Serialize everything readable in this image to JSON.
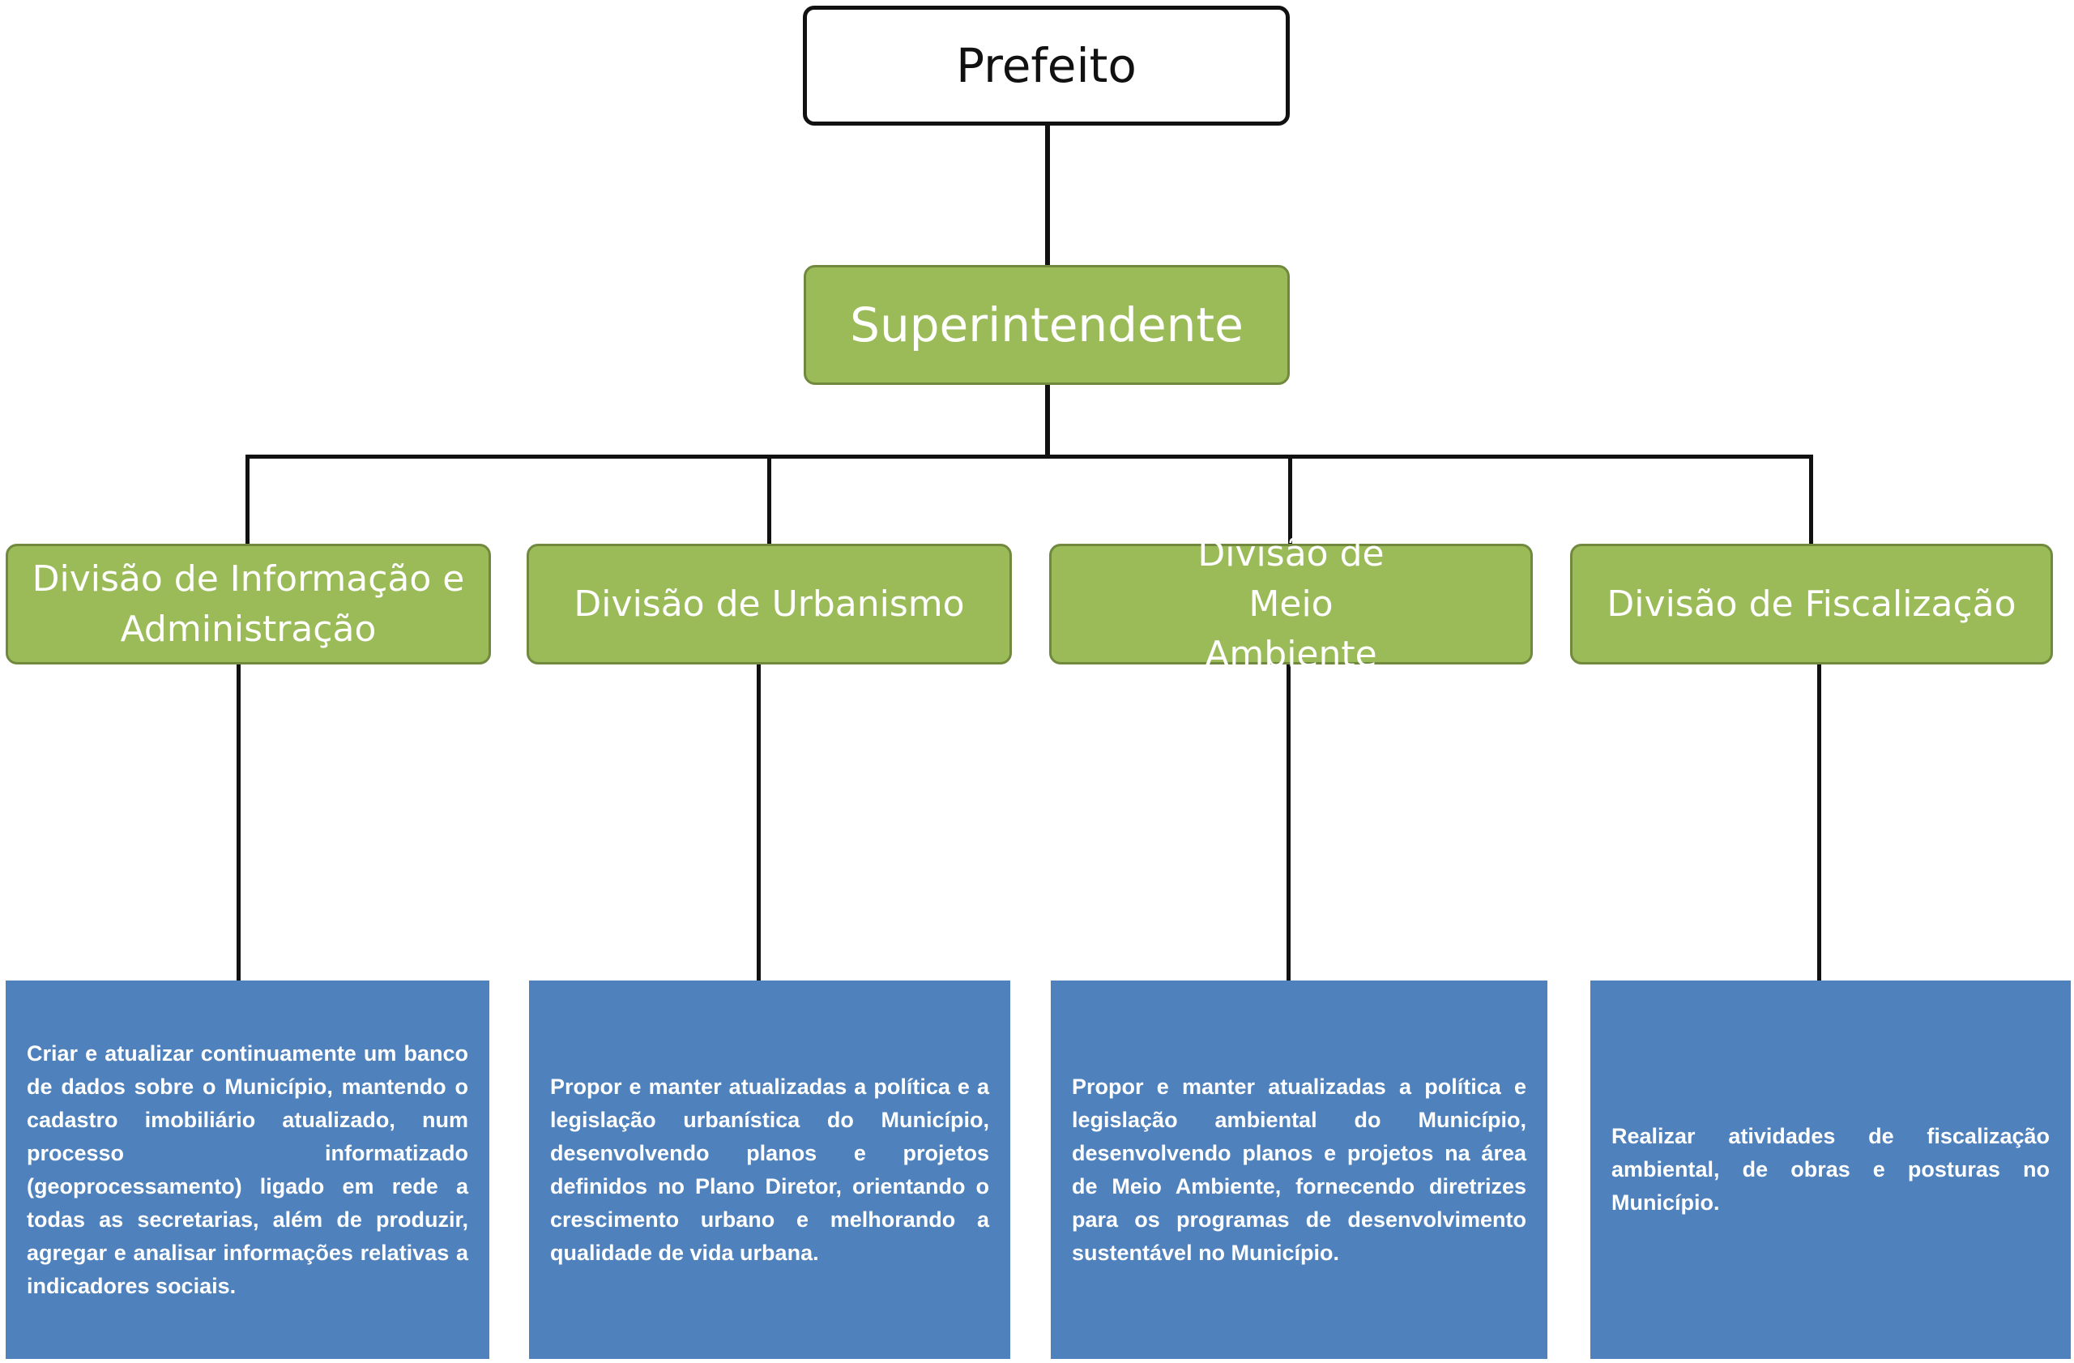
{
  "chart": {
    "root": "Prefeito",
    "superintendent": "Superintendente",
    "divisions": [
      {
        "name": "Divisão de Informação e Administração",
        "description": "Criar e atualizar continuamente um banco de dados sobre o Município, mantendo o cadastro imobiliário atualizado, num processo informatizado (geoprocessamento) ligado em rede a todas as secretarias, além de produzir, agregar e analisar informações relativas a indicadores sociais."
      },
      {
        "name": "Divisão de Urbanismo",
        "description": "Propor e manter atualizadas a política e a legislação urbanística do Município, desenvolvendo planos e projetos definidos no Plano Diretor, orientando o crescimento urbano e melhorando a qualidade de vida urbana."
      },
      {
        "name": "Divisão de Meio Ambiente",
        "description": "Propor e manter atualizadas a política e legislação ambiental do Município, desenvolvendo planos e projetos na área de Meio Ambiente, fornecendo diretrizes para os programas de desenvolvimento sustentável no Município."
      },
      {
        "name": "Divisão de Fiscalização",
        "description": "Realizar atividades de fiscalização ambiental, de obras e posturas no Município."
      }
    ]
  },
  "colors": {
    "green": "#9bbb59",
    "blue": "#4f81bd"
  }
}
